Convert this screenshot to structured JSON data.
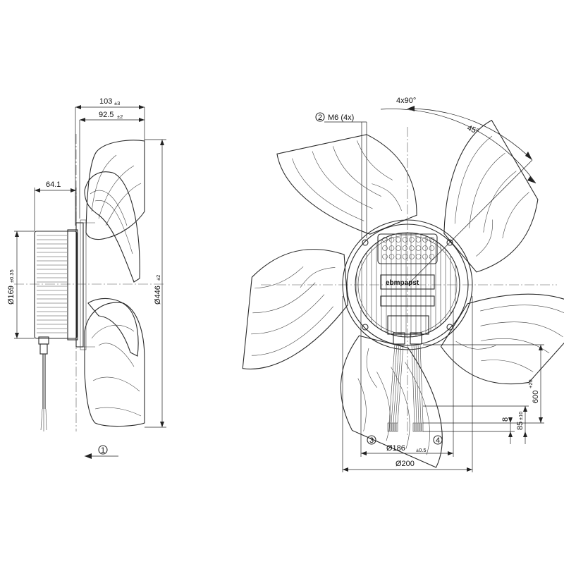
{
  "side_view": {
    "dim_depth_total": "103",
    "dim_depth_total_tol": "±3",
    "dim_depth_blade": "92.5",
    "dim_depth_blade_tol": "±2",
    "dim_motor_depth": "64.1",
    "dim_motor_dia": "Ø169",
    "dim_motor_dia_tol": "±0.35",
    "dim_outer_dia": "Ø446",
    "dim_outer_dia_tol": "±2",
    "callout_1": "1"
  },
  "front_view": {
    "angle_spacing": "4x90°",
    "angle_offset": "45°",
    "callout_2": "2",
    "thread_label": "M6 (4x)",
    "callout_3": "3",
    "callout_4": "4",
    "dim_bolt_circle": "Ø186",
    "dim_bolt_circle_tol": "±0.5",
    "dim_flange": "Ø200",
    "dim_cable_len": "600",
    "dim_cable_len_tol": "+20",
    "dim_strip": "85",
    "dim_strip_tol": "±10",
    "dim_wire_end": "8",
    "brand": "ebmpapst"
  }
}
